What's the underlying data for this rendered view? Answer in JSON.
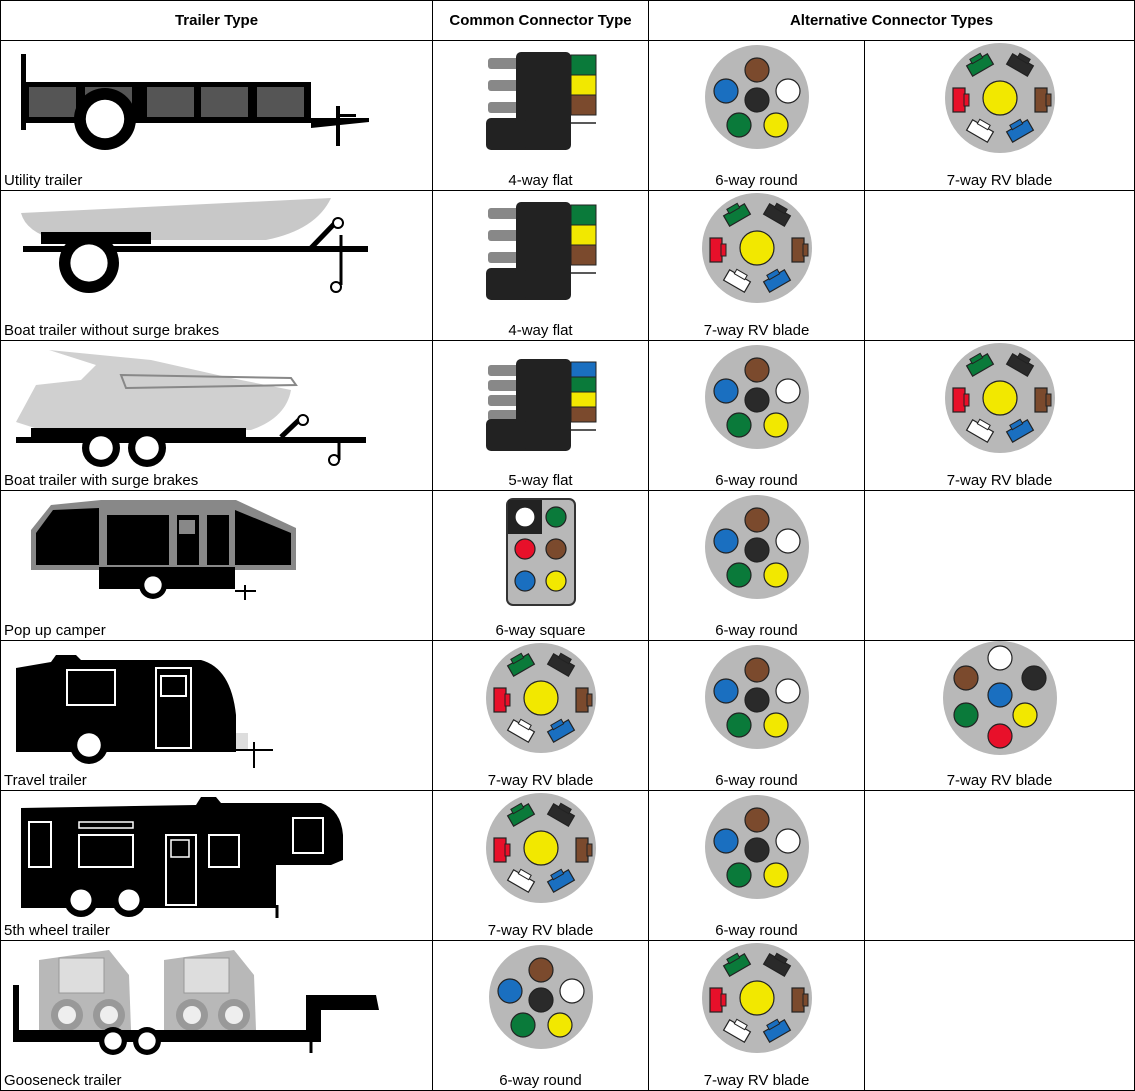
{
  "headers": {
    "trailer_type": "Trailer Type",
    "common": "Common Connector Type",
    "alternative": "Alternative Connector Types"
  },
  "colors": {
    "green": "#0a7a3a",
    "yellow": "#f2e800",
    "brown": "#7b4a2d",
    "blue": "#1a6fc0",
    "red": "#e8102a",
    "white": "#ffffff",
    "black": "#2a2a2a",
    "gray": "#b8b8b8"
  },
  "rows": [
    {
      "trailer": {
        "label": "Utility trailer",
        "icon": "utility-trailer-icon"
      },
      "common": {
        "label": "4-way flat",
        "icon": "four-way-flat-connector-icon"
      },
      "alt1": {
        "label": "6-way round",
        "icon": "six-way-round-connector-icon"
      },
      "alt2": {
        "label": "7-way RV blade",
        "icon": "seven-way-rv-blade-connector-icon"
      }
    },
    {
      "trailer": {
        "label": "Boat trailer without surge brakes",
        "icon": "boat-trailer-icon"
      },
      "common": {
        "label": "4-way flat",
        "icon": "four-way-flat-connector-icon"
      },
      "alt1": {
        "label": "7-way RV blade",
        "icon": "seven-way-rv-blade-connector-icon"
      },
      "alt2": null
    },
    {
      "trailer": {
        "label": "Boat trailer with surge brakes",
        "icon": "boat-trailer-surge-icon"
      },
      "common": {
        "label": "5-way flat",
        "icon": "five-way-flat-connector-icon"
      },
      "alt1": {
        "label": "6-way round",
        "icon": "six-way-round-connector-icon"
      },
      "alt2": {
        "label": "7-way RV blade",
        "icon": "seven-way-rv-blade-connector-icon"
      }
    },
    {
      "trailer": {
        "label": "Pop up camper",
        "icon": "pop-up-camper-icon"
      },
      "common": {
        "label": "6-way square",
        "icon": "six-way-square-connector-icon"
      },
      "alt1": {
        "label": "6-way round",
        "icon": "six-way-round-connector-icon"
      },
      "alt2": null
    },
    {
      "trailer": {
        "label": "Travel trailer",
        "icon": "travel-trailer-icon"
      },
      "common": {
        "label": "7-way RV blade",
        "icon": "seven-way-rv-blade-connector-icon"
      },
      "alt1": {
        "label": "6-way round",
        "icon": "six-way-round-connector-icon"
      },
      "alt2": {
        "label": "7-way RV blade",
        "icon": "seven-way-round-pin-connector-icon"
      }
    },
    {
      "trailer": {
        "label": "5th wheel trailer",
        "icon": "fifth-wheel-trailer-icon"
      },
      "common": {
        "label": "7-way RV blade",
        "icon": "seven-way-rv-blade-connector-icon"
      },
      "alt1": {
        "label": "6-way round",
        "icon": "six-way-round-connector-icon"
      },
      "alt2": null
    },
    {
      "trailer": {
        "label": "Gooseneck trailer",
        "icon": "gooseneck-trailer-icon"
      },
      "common": {
        "label": "6-way round",
        "icon": "six-way-round-connector-icon"
      },
      "alt1": {
        "label": "7-way RV blade",
        "icon": "seven-way-rv-blade-connector-icon"
      },
      "alt2": null
    }
  ]
}
